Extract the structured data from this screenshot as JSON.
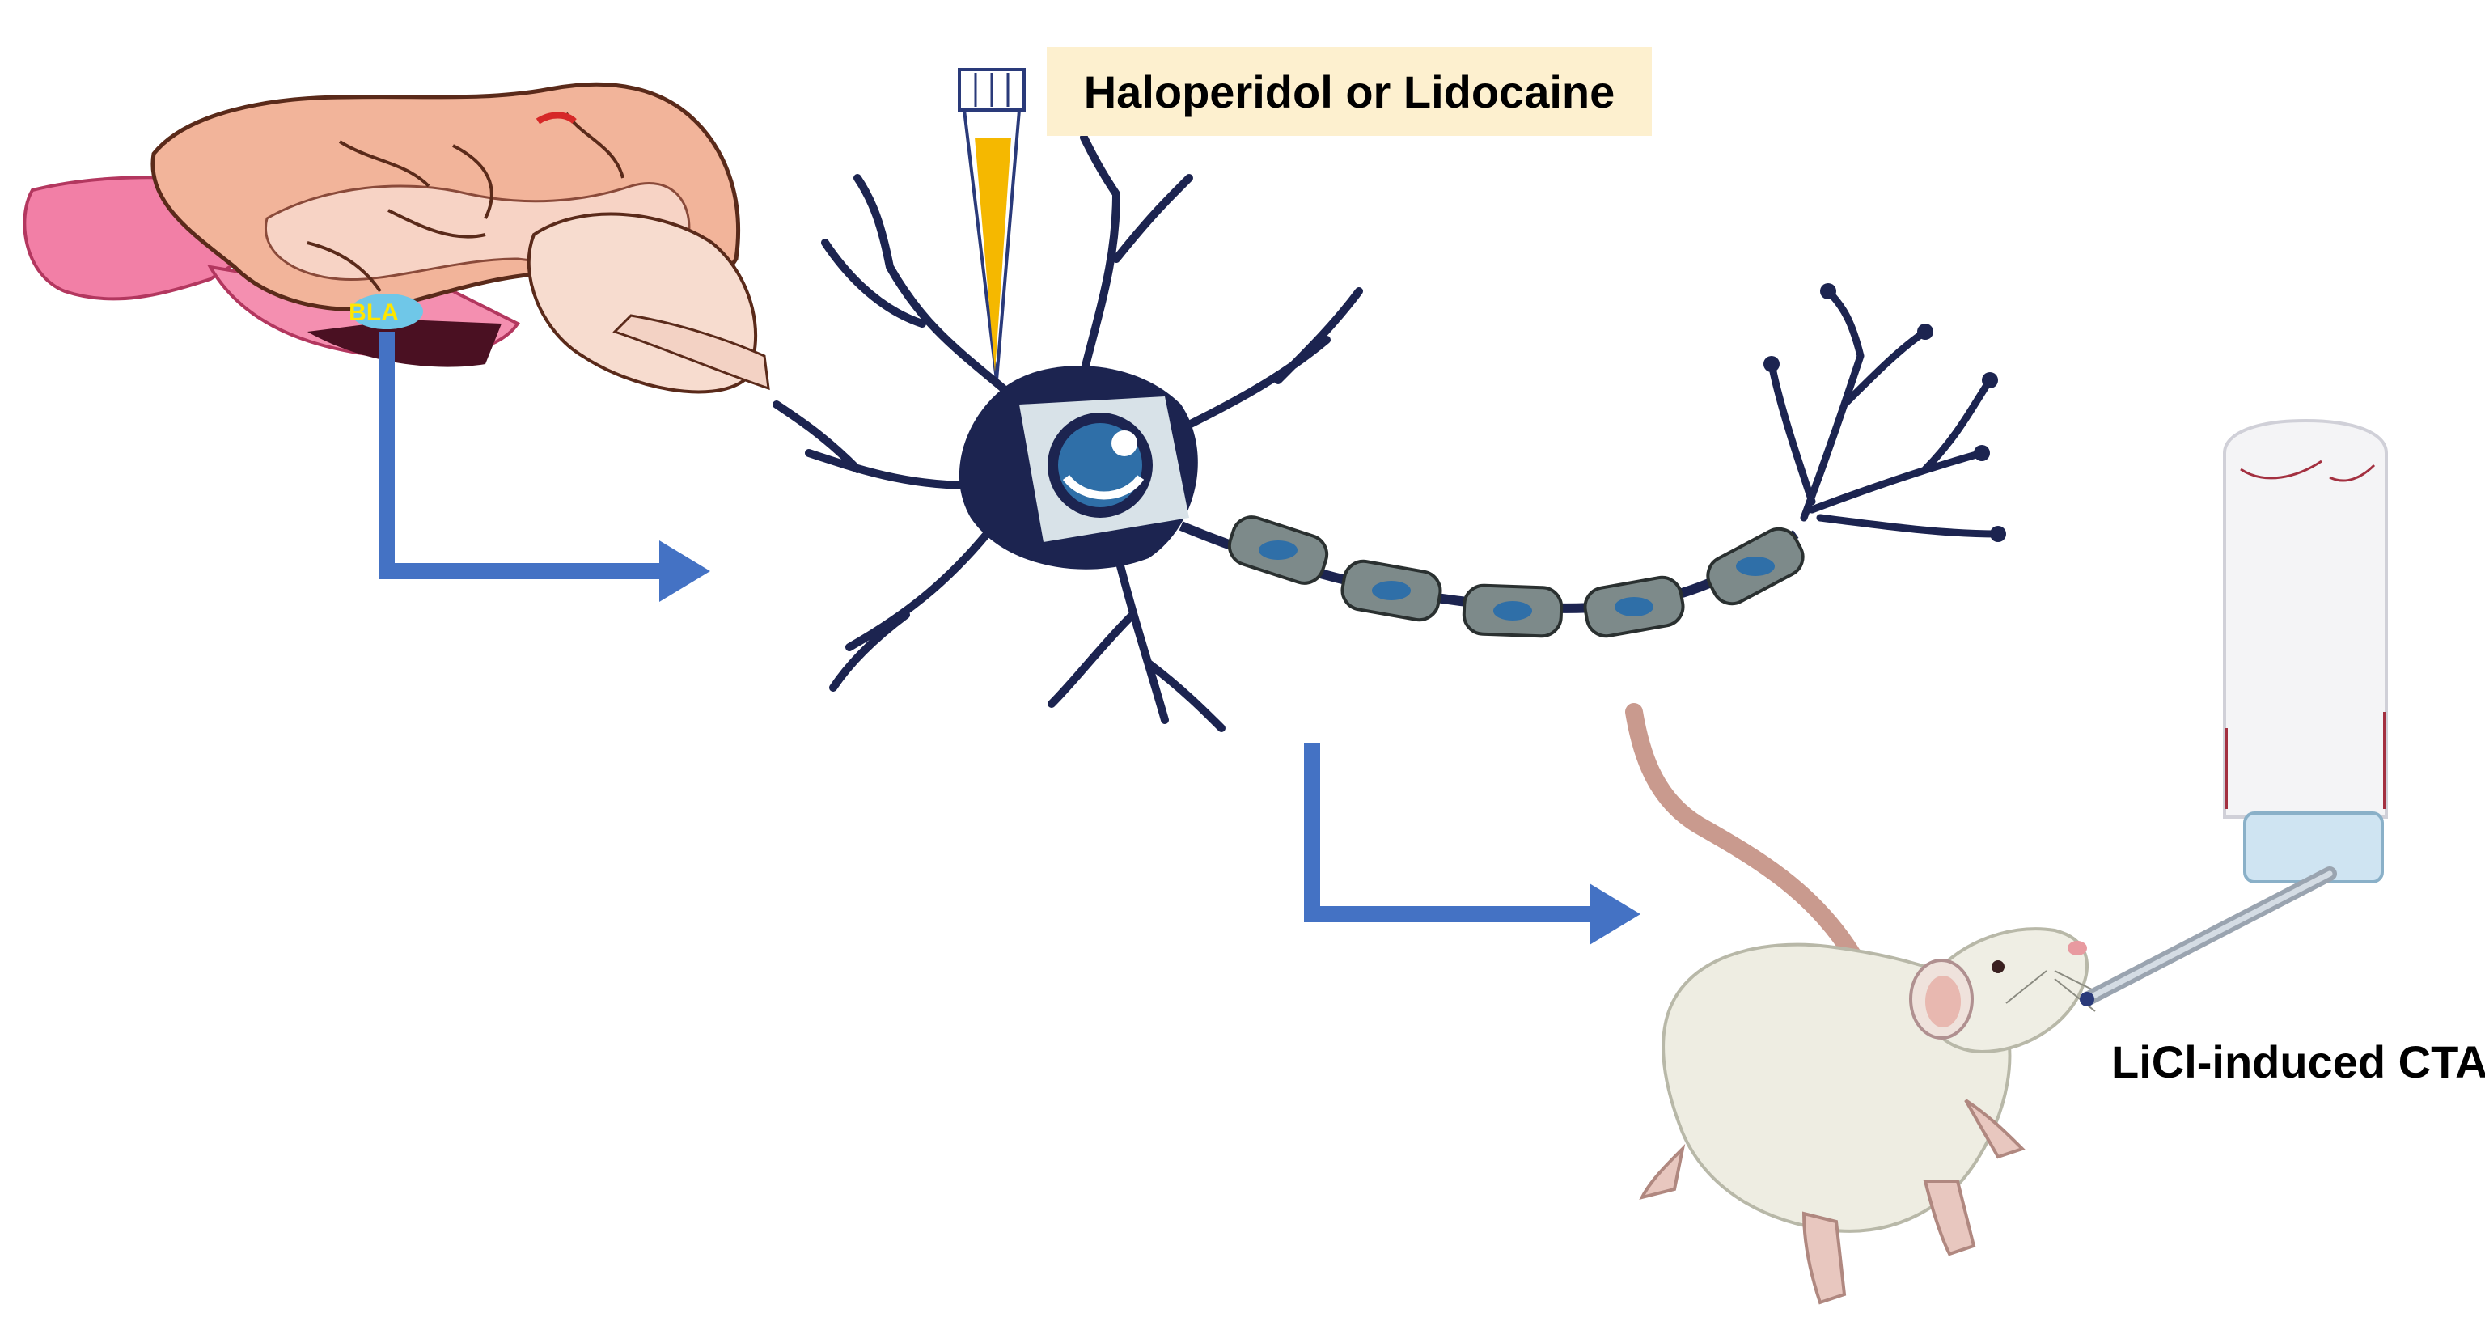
{
  "labels": {
    "drug": "Haloperidol or Lidocaine",
    "region": "BLA",
    "outcome": "LiCl-induced CTA"
  },
  "colors": {
    "arrow": "#4472c4",
    "label_box": "#fdf0cf",
    "region_fill": "#6fc7e8",
    "region_text": "#ffe600",
    "neuron": "#1c2450",
    "brain": "#f2b49a",
    "cerebellum": "#f27fa6",
    "pipette_liquid": "#f5b800",
    "myelin": "#7d8a8a"
  },
  "icons": {
    "brain": "brain-sagittal-icon",
    "neuron": "neuron-icon",
    "pipette": "pipette-tip-icon",
    "rat": "rat-icon",
    "bottle": "water-bottle-icon"
  }
}
